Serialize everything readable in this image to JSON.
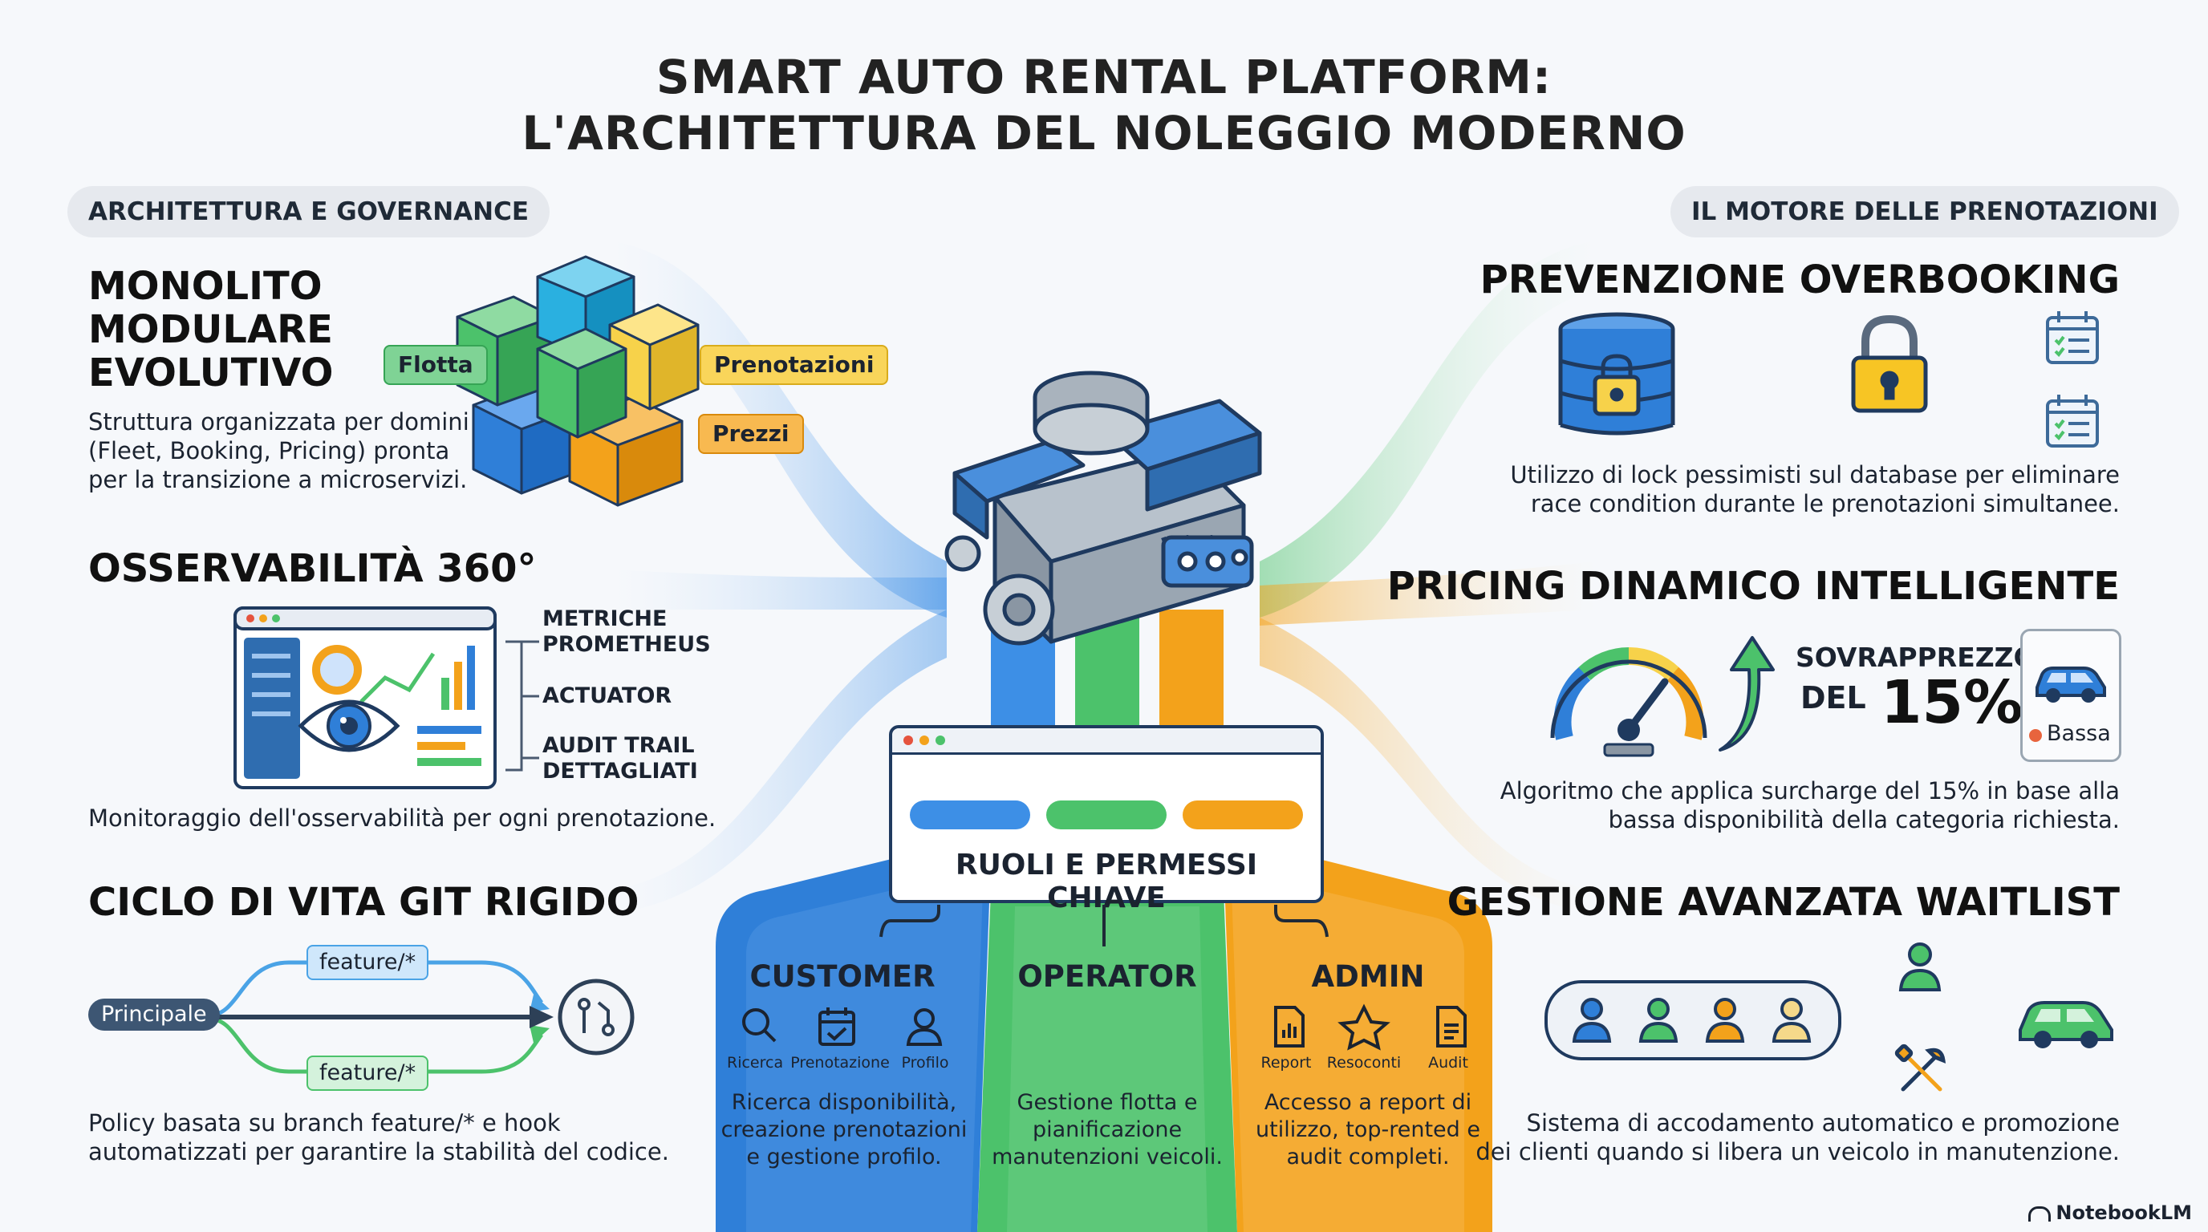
{
  "title": {
    "line1": "SMART AUTO RENTAL PLATFORM:",
    "line2": "L'ARCHITETTURA DEL NOLEGGIO MODERNO"
  },
  "left_section": {
    "pill": "ARCHITETTURA E GOVERNANCE"
  },
  "right_section": {
    "pill": "IL MOTORE DELLE PRENOTAZIONI"
  },
  "monolith": {
    "heading_lines": [
      "MONOLITO",
      "MODULARE",
      "EVOLUTIVO"
    ],
    "desc_lines": [
      "Struttura organizzata per domini",
      "(Fleet, Booking, Pricing) pronta",
      "per la transizione a microservizi."
    ],
    "tags": {
      "fleet": "Flotta",
      "booking": "Prenotazioni",
      "pricing": "Prezzi"
    }
  },
  "observability": {
    "heading": "OSSERVABILITÀ 360°",
    "labels": {
      "metrics_1": "METRICHE",
      "metrics_2": "PROMETHEUS",
      "actuator": "ACTUATOR",
      "audit_1": "AUDIT TRAIL",
      "audit_2": "DETTAGLIATI"
    },
    "desc": "Monitoraggio dell'osservabilità per ogni prenotazione."
  },
  "git": {
    "heading": "CICLO DI VITA GIT RIGIDO",
    "main_branch": "Principale",
    "feature_top": "feature/*",
    "feature_bottom": "feature/*",
    "desc_lines": [
      "Policy basata su branch feature/* e hook",
      "automatizzati per garantire la stabilità del codice."
    ]
  },
  "overbooking": {
    "heading": "PREVENZIONE OVERBOOKING",
    "desc_lines": [
      "Utilizzo di lock pessimisti sul database per eliminare",
      "race condition durante le prenotazioni simultanee."
    ]
  },
  "pricing": {
    "heading": "PRICING DINAMICO INTELLIGENTE",
    "surcharge_label": "SOVRAPPREZZO",
    "surcharge_prefix": "DEL",
    "surcharge_value": "15%",
    "availability_label": "Bassa",
    "desc_lines": [
      "Algoritmo che applica surcharge del 15% in base alla",
      "bassa disponibilità della categoria richiesta."
    ]
  },
  "waitlist": {
    "heading": "GESTIONE AVANZATA WAITLIST",
    "desc_lines": [
      "Sistema di accodamento automatico e promozione",
      "dei clienti quando si libera un veicolo in manutenzione."
    ]
  },
  "roles": {
    "title": "RUOLI E PERMESSI CHIAVE",
    "customer": {
      "name": "CUSTOMER",
      "icons": [
        "Ricerca",
        "Prenotazione",
        "Profilo"
      ],
      "desc_lines": [
        "Ricerca disponibilità,",
        "creazione prenotazioni",
        "e gestione profilo."
      ]
    },
    "operator": {
      "name": "OPERATOR",
      "desc_lines": [
        "Gestione flotta e",
        "pianificazione",
        "manutenzioni veicoli."
      ]
    },
    "admin": {
      "name": "ADMIN",
      "icons": [
        "Report",
        "Resoconti",
        "Audit"
      ],
      "desc_lines": [
        "Accesso a report di",
        "utilizzo, top-rented e",
        "audit completi."
      ]
    }
  },
  "branding": {
    "text": "NotebookLM"
  },
  "colors": {
    "blue": "#2f7fd8",
    "green": "#4cc26b",
    "orange": "#f3a21b",
    "yellow": "#f7d24a",
    "navy": "#1f3a5f"
  }
}
